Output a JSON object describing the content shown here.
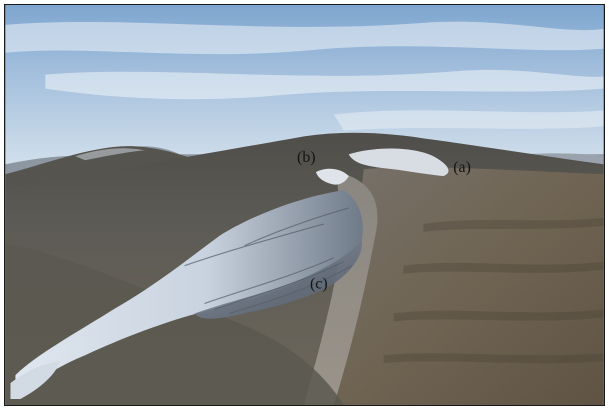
{
  "photo": {
    "labels": {
      "a": "(a)",
      "b": "(b)",
      "c": "(c)"
    }
  }
}
